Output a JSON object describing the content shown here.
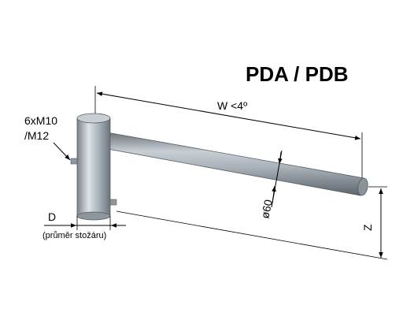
{
  "title": "PDA / PDB",
  "labels": {
    "width": "W <4º",
    "diameter": "ø60",
    "height": "Z",
    "depth": "D",
    "depth_note": "(průměr stožáru)",
    "bolts_line1": "6xM10",
    "bolts_line2": "/M12"
  },
  "colors": {
    "steel_light": "#e4e8ec",
    "steel_mid": "#aab2ba",
    "steel_dark": "#6c747c"
  }
}
